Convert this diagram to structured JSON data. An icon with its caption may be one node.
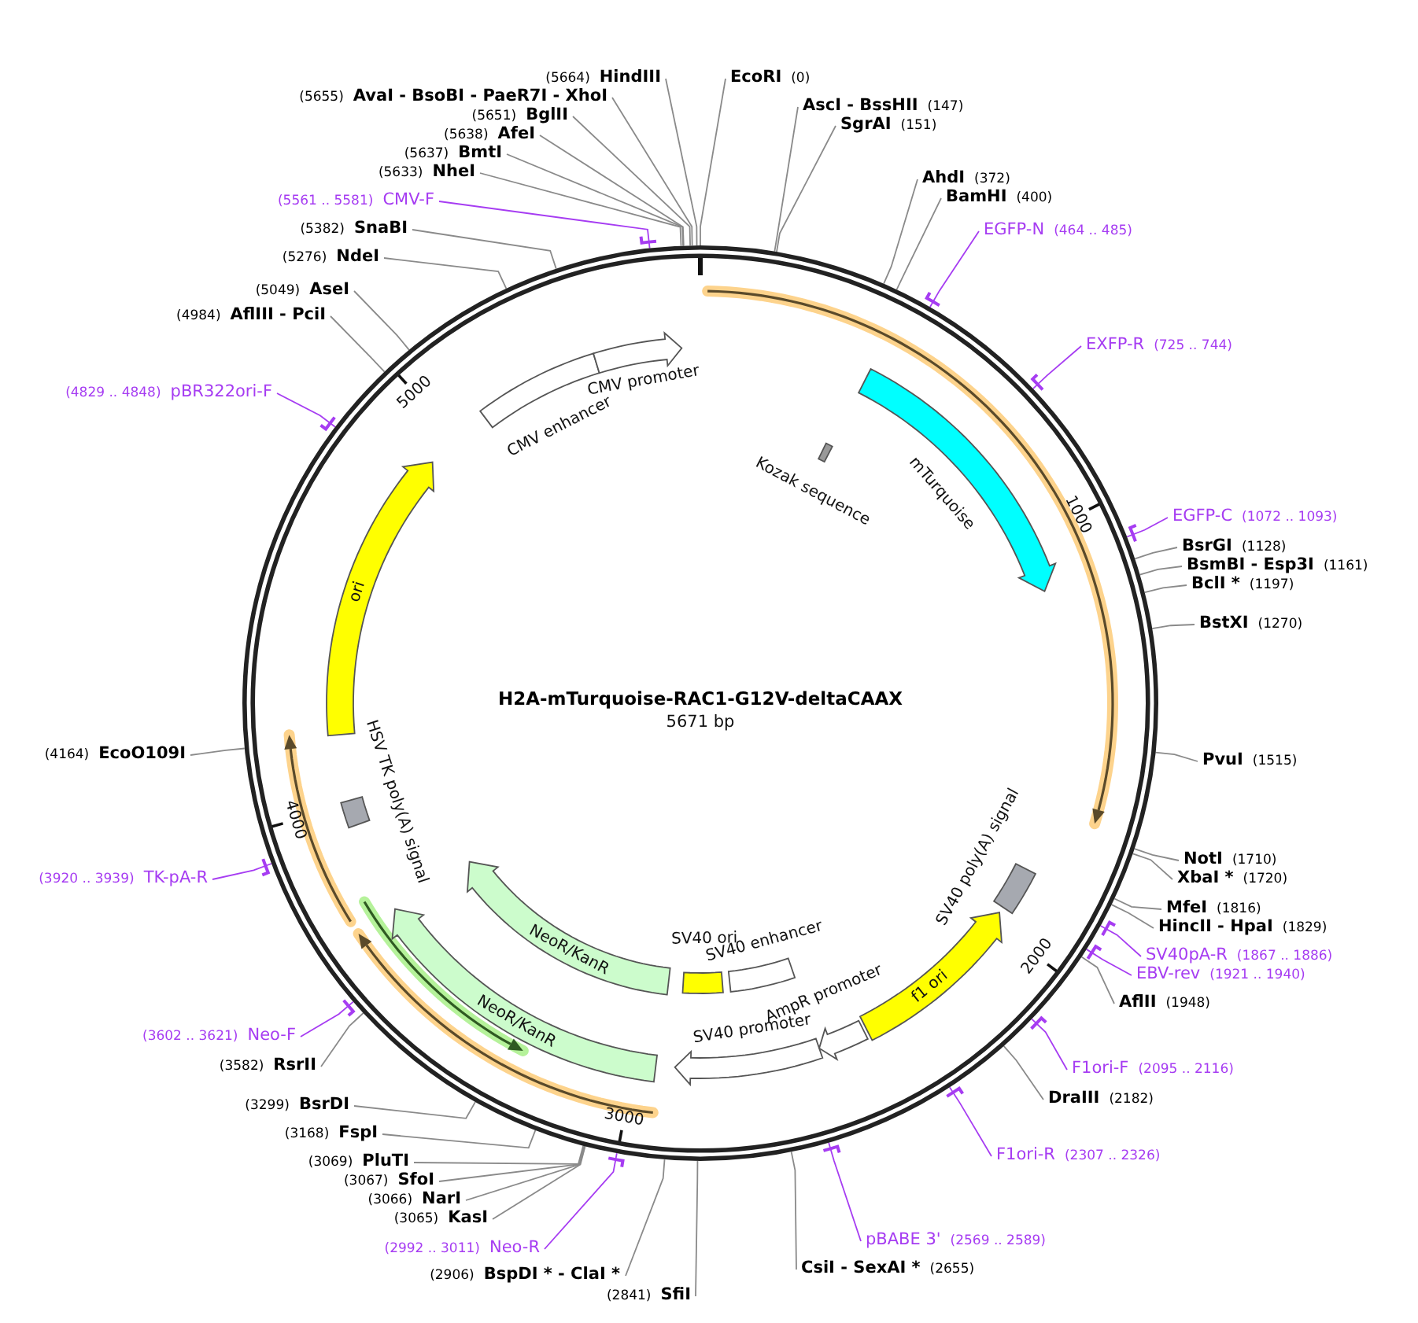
{
  "diagram": {
    "title": "H2A-mTurquoise-RAC1-G12V-deltaCAAX",
    "nodes": [
      {
        "text": [],
        "shape": "circle"
      },
      {
        "text": [
          "CMV enhancer"
        ],
        "in": 0
      },
      {
        "text": [
          "CMV promoter"
        ],
        "in": 0
      },
      {
        "text": [
          "mTurquoise"
        ],
        "in": 0
      },
      {
        "text": [
          "Kozak sequence"
        ],
        "in": 0
      },
      {
        "text": [
          "ori"
        ],
        "in": 0
      },
      {
        "text": [
          "HSV TK poly(A) signal"
        ],
        "in": 0
      },
      {
        "text": [
          "NeoR/KanR"
        ],
        "in": 0
      },
      {
        "text": [
          "NeoR/KanR"
        ],
        "in": 0
      },
      {
        "text": [
          "SV40 ori"
        ],
        "in": 0
      },
      {
        "text": [
          "SV40 enhancer"
        ],
        "in": 0
      },
      {
        "text": [
          "SV40 promoter"
        ],
        "in": 0
      },
      {
        "text": [
          "AmpR promoter"
        ],
        "in": 0
      },
      {
        "text": [
          "f1 ori"
        ],
        "in": 0
      },
      {
        "text": [
          "SV40 poly(A) signal"
        ],
        "in": 0
      },
      {
        "text": [
          "(5664)",
          "HindIII"
        ]
      },
      {
        "text": [
          "(5655)",
          "AvaI - BsoBI - PaeR7I - XhoI"
        ]
      },
      {
        "text": [
          "(5651)",
          "BglII"
        ]
      },
      {
        "text": [
          "(5638)",
          "AfeI"
        ]
      },
      {
        "text": [
          "(5637)",
          "BmtI"
        ]
      },
      {
        "text": [
          "(5633)",
          "NheI"
        ]
      },
      {
        "text": [
          "(5561 .. 5581)",
          "CMV-F"
        ]
      },
      {
        "text": [
          "(5382)",
          "SnaBI"
        ]
      },
      {
        "text": [
          "(5276)",
          "NdeI"
        ]
      },
      {
        "text": [
          "(5049)",
          "AseI"
        ]
      },
      {
        "text": [
          "(4984)",
          "AflIII - PciI"
        ]
      },
      {
        "text": [
          "(4829 .. 4848)",
          "pBR322ori-F"
        ]
      },
      {
        "text": [
          "(4164)",
          "EcoO109I"
        ]
      },
      {
        "text": [
          "(3920 .. 3939)",
          "TK-pA-R"
        ]
      },
      {
        "text": [
          "(3602 .. 3621)",
          "Neo-F"
        ]
      },
      {
        "text": [
          "(3582)",
          "RsrII"
        ]
      },
      {
        "text": [
          "(3299)",
          "BsrDI"
        ]
      },
      {
        "text": [
          "(3168)",
          "FspI"
        ]
      },
      {
        "text": [
          "(3069)",
          "PluTI"
        ]
      },
      {
        "text": [
          "(3067)",
          "SfoI"
        ]
      },
      {
        "text": [
          "(3066)",
          "NarI"
        ]
      },
      {
        "text": [
          "(3065)",
          "KasI"
        ]
      },
      {
        "text": [
          "(2992 .. 3011)",
          "Neo-R"
        ]
      },
      {
        "text": [
          "(2906)",
          "BspDI * - ClaI *"
        ]
      },
      {
        "text": [
          "(2841)",
          "SfiI"
        ]
      },
      {
        "text": [
          "EcoRI",
          "(0)"
        ]
      },
      {
        "text": [
          "AscI - BssHII",
          "(147)"
        ]
      },
      {
        "text": [
          "SgrAI",
          "(151)"
        ]
      },
      {
        "text": [
          "AhdI",
          "(372)"
        ]
      },
      {
        "text": [
          "BamHI",
          "(400)"
        ]
      },
      {
        "text": [
          "EGFP-N",
          "(464 .. 485)"
        ]
      },
      {
        "text": [
          "EXFP-R",
          "(725 .. 744)"
        ]
      },
      {
        "text": [
          "EGFP-C",
          "(1072 .. 1093)"
        ]
      },
      {
        "text": [
          "BsrGI",
          "(1128)"
        ]
      },
      {
        "text": [
          "BsmBI - Esp3I",
          "(1161)"
        ]
      },
      {
        "text": [
          "BclI *",
          "(1197)"
        ]
      },
      {
        "text": [
          "BstXI",
          "(1270)"
        ]
      },
      {
        "text": [
          "PvuI",
          "(1515)"
        ]
      },
      {
        "text": [
          "NotI",
          "(1710)"
        ]
      },
      {
        "text": [
          "XbaI *",
          "(1720)"
        ]
      },
      {
        "text": [
          "MfeI",
          "(1816)"
        ]
      },
      {
        "text": [
          "HincII - HpaI",
          "(1829)"
        ]
      },
      {
        "text": [
          "SV40pA-R",
          "(1867 .. 1886)"
        ]
      },
      {
        "text": [
          "EBV-rev",
          "(1921 .. 1940)"
        ]
      },
      {
        "text": [
          "AflII",
          "(1948)"
        ]
      },
      {
        "text": [
          "F1ori-F",
          "(2095 .. 2116)"
        ]
      },
      {
        "text": [
          "DraIII",
          "(2182)"
        ]
      },
      {
        "text": [
          "F1ori-R",
          "(2307 .. 2326)"
        ]
      },
      {
        "text": [
          "pBABE 3'",
          "(2569 .. 2589)"
        ]
      },
      {
        "text": [
          "CsiI - SexAI *",
          "(2655)"
        ]
      }
    ],
    "edges": [
      {
        "from": 15,
        "to": 0,
        "arrow": "none"
      },
      {
        "from": 16,
        "to": 0,
        "arrow": "none"
      },
      {
        "from": 17,
        "to": 0,
        "arrow": "none"
      },
      {
        "from": 18,
        "to": 0,
        "arrow": "none"
      },
      {
        "from": 19,
        "to": 0,
        "arrow": "none"
      },
      {
        "from": 20,
        "to": 0,
        "arrow": "none"
      },
      {
        "from": 21,
        "to": 0,
        "arrow": "none",
        "color": "#a63cf2"
      },
      {
        "from": 22,
        "to": 0,
        "arrow": "none"
      },
      {
        "from": 23,
        "to": 0,
        "arrow": "none"
      },
      {
        "from": 24,
        "to": 0,
        "arrow": "none"
      },
      {
        "from": 25,
        "to": 0,
        "arrow": "none"
      },
      {
        "from": 26,
        "to": 0,
        "arrow": "none",
        "color": "#a63cf2"
      },
      {
        "from": 27,
        "to": 0,
        "arrow": "none"
      },
      {
        "from": 28,
        "to": 0,
        "arrow": "none",
        "color": "#a63cf2"
      },
      {
        "from": 29,
        "to": 0,
        "arrow": "none",
        "color": "#a63cf2"
      },
      {
        "from": 30,
        "to": 0,
        "arrow": "none"
      },
      {
        "from": 31,
        "to": 0,
        "arrow": "none"
      },
      {
        "from": 32,
        "to": 0,
        "arrow": "none"
      },
      {
        "from": 33,
        "to": 0,
        "arrow": "none"
      },
      {
        "from": 34,
        "to": 0,
        "arrow": "none"
      },
      {
        "from": 35,
        "to": 0,
        "arrow": "none"
      },
      {
        "from": 36,
        "to": 0,
        "arrow": "none"
      },
      {
        "from": 37,
        "to": 0,
        "arrow": "none",
        "color": "#a63cf2"
      },
      {
        "from": 38,
        "to": 0,
        "arrow": "none"
      },
      {
        "from": 39,
        "to": 0,
        "arrow": "none"
      },
      {
        "from": 40,
        "to": 0,
        "arrow": "none"
      },
      {
        "from": 41,
        "to": 0,
        "arrow": "none"
      },
      {
        "from": 42,
        "to": 0,
        "arrow": "none"
      },
      {
        "from": 43,
        "to": 0,
        "arrow": "none"
      },
      {
        "from": 44,
        "to": 0,
        "arrow": "none"
      },
      {
        "from": 45,
        "to": 0,
        "arrow": "none",
        "color": "#a63cf2"
      },
      {
        "from": 46,
        "to": 0,
        "arrow": "none",
        "color": "#a63cf2"
      },
      {
        "from": 47,
        "to": 0,
        "arrow": "none",
        "color": "#a63cf2"
      },
      {
        "from": 48,
        "to": 0,
        "arrow": "none"
      },
      {
        "from": 49,
        "to": 0,
        "arrow": "none"
      },
      {
        "from": 50,
        "to": 0,
        "arrow": "none"
      },
      {
        "from": 51,
        "to": 0,
        "arrow": "none"
      },
      {
        "from": 52,
        "to": 0,
        "arrow": "none"
      },
      {
        "from": 53,
        "to": 0,
        "arrow": "none"
      },
      {
        "from": 54,
        "to": 0,
        "arrow": "none"
      },
      {
        "from": 55,
        "to": 0,
        "arrow": "none"
      },
      {
        "from": 56,
        "to": 0,
        "arrow": "none"
      },
      {
        "from": 57,
        "to": 0,
        "arrow": "none",
        "color": "#a63cf2"
      },
      {
        "from": 58,
        "to": 0,
        "arrow": "none",
        "color": "#a63cf2"
      },
      {
        "from": 59,
        "to": 0,
        "arrow": "none"
      },
      {
        "from": 60,
        "to": 0,
        "arrow": "none",
        "color": "#a63cf2"
      },
      {
        "from": 61,
        "to": 0,
        "arrow": "none"
      },
      {
        "from": 62,
        "to": 0,
        "arrow": "none",
        "color": "#a63cf2"
      },
      {
        "from": 63,
        "to": 0,
        "arrow": "none",
        "color": "#a63cf2"
      },
      {
        "from": 64,
        "to": 0,
        "arrow": "none"
      }
    ],
    "labels": [
      "5671 bp",
      "1000",
      "2000",
      "3000",
      "4000",
      "5000"
    ]
  }
}
